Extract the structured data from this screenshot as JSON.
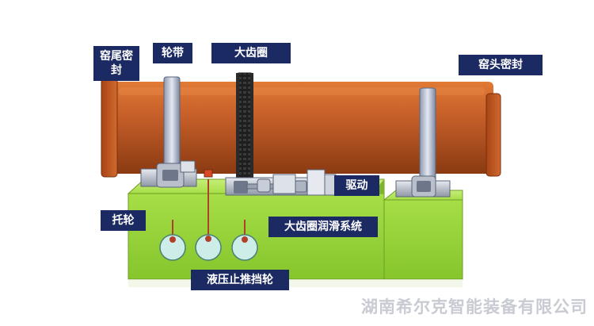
{
  "labels": {
    "kiln_tail_seal": "窑尾密封",
    "tire": "轮带",
    "girth_gear": "大齿圈",
    "kiln_head_seal": "窑头密封",
    "drive": "驱动",
    "support_roller": "托轮",
    "gear_lubrication": "大齿圈润滑系统",
    "thrust_roller": "液压止推挡轮"
  },
  "watermark": "湖南希尔克智能装备有限公司",
  "colors": {
    "kiln_body": "#c45a1e",
    "base_green": "#9bd63a",
    "label_bg": "#1c2a63",
    "tire_steel": "#b9c3d6",
    "pointer_red": "#b0402a"
  }
}
